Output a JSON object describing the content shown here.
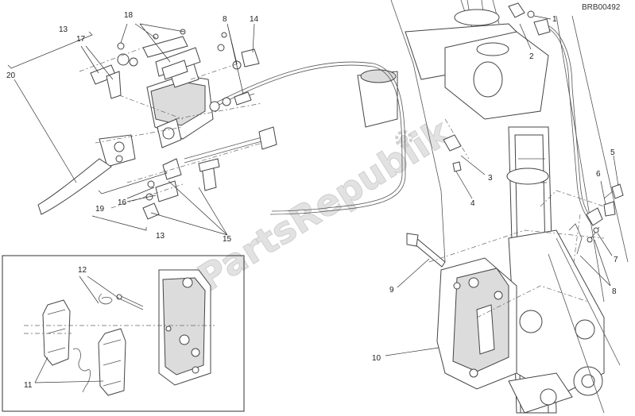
{
  "diagram_code": "BRB00492",
  "watermark": "PartsRepublik",
  "callouts": {
    "c1": "1",
    "c2": "2",
    "c3": "3",
    "c4": "4",
    "c5": "5",
    "c6": "6",
    "c7": "7",
    "c8a": "8",
    "c8b": "8",
    "c9": "9",
    "c10": "10",
    "c11": "11",
    "c12": "12",
    "c13a": "13",
    "c13b": "13",
    "c14": "14",
    "c15": "15",
    "c16": "16",
    "c17": "17",
    "c18": "18",
    "c19": "19",
    "c20": "20"
  }
}
